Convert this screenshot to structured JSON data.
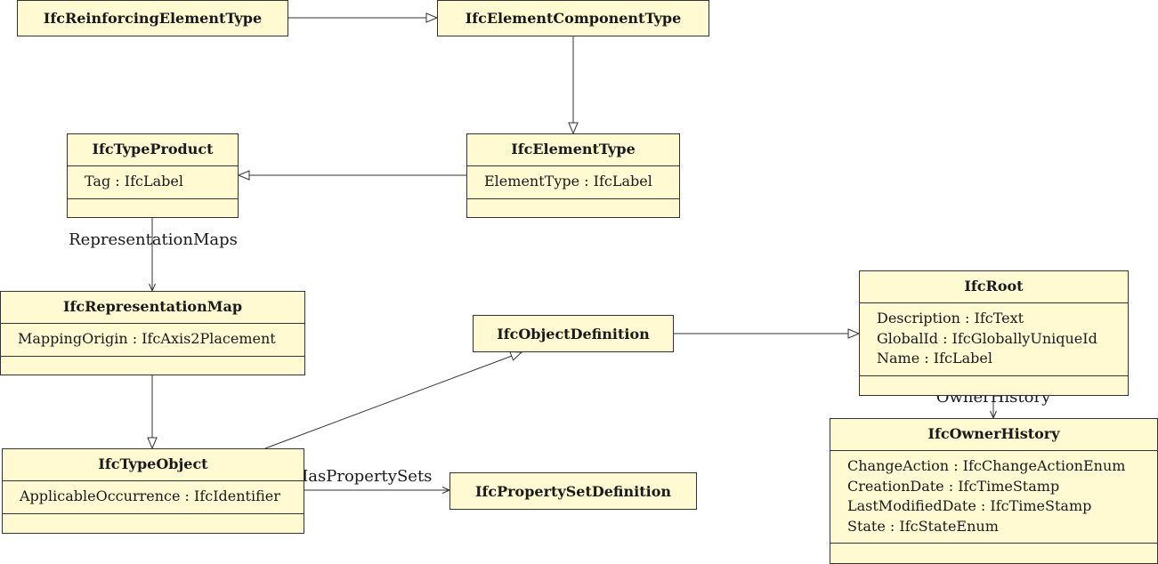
{
  "classes": {
    "reinforcing_element_type": {
      "name": "IfcReinforcingElementType"
    },
    "element_component_type": {
      "name": "IfcElementComponentType"
    },
    "type_product": {
      "name": "IfcTypeProduct",
      "attributes": [
        "Tag : IfcLabel"
      ]
    },
    "element_type": {
      "name": "IfcElementType",
      "attributes": [
        "ElementType : IfcLabel"
      ]
    },
    "representation_map": {
      "name": "IfcRepresentationMap",
      "attributes": [
        "MappingOrigin : IfcAxis2Placement"
      ]
    },
    "object_definition": {
      "name": "IfcObjectDefinition"
    },
    "root": {
      "name": "IfcRoot",
      "attributes": [
        "Description : IfcText",
        "GlobalId : IfcGloballyUniqueId",
        "Name : IfcLabel"
      ]
    },
    "type_object": {
      "name": "IfcTypeObject",
      "attributes": [
        "ApplicableOccurrence : IfcIdentifier"
      ]
    },
    "property_set_definition": {
      "name": "IfcPropertySetDefinition"
    },
    "owner_history": {
      "name": "IfcOwnerHistory",
      "attributes": [
        "ChangeAction : IfcChangeActionEnum",
        "CreationDate : IfcTimeStamp",
        "LastModifiedDate : IfcTimeStamp",
        "State : IfcStateEnum"
      ]
    }
  },
  "associations": {
    "representation_maps": "RepresentationMaps",
    "has_property_sets": "HasPropertySets",
    "owner_history": "OwnerHistory"
  },
  "colors": {
    "class_fill": "#fffad2",
    "border": "#333333",
    "text": "#1a1a1a"
  }
}
